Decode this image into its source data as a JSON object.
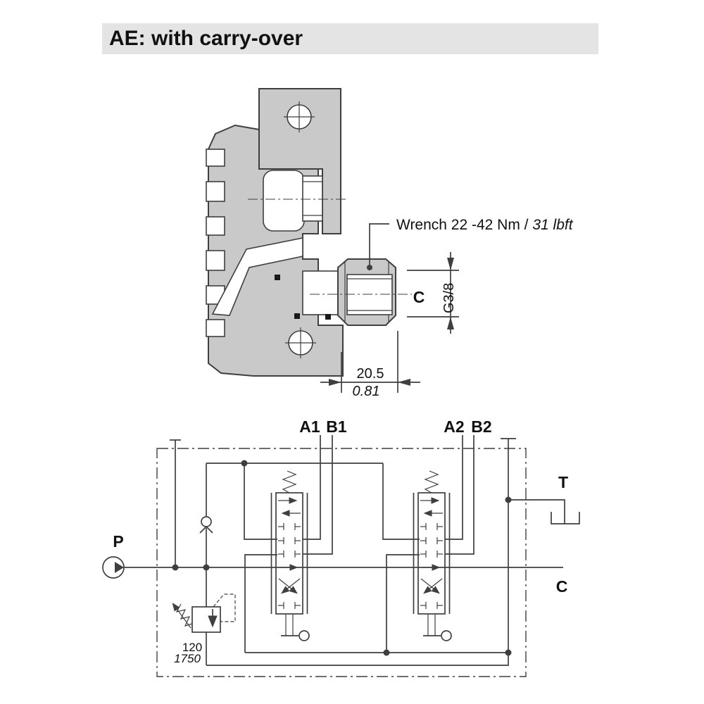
{
  "title": "AE: with carry-over",
  "drawing": {
    "torque_note": "Wrench 22 -42 Nm / ",
    "torque_note_imperial": "31 lbft",
    "port_label": "C",
    "thread_size": "G3/8",
    "depth_mm": "20.5",
    "depth_in": "0.81"
  },
  "schematic": {
    "pump_port": "P",
    "tank_port": "T",
    "carryover_port": "C",
    "work_ports": [
      "A1",
      "B1",
      "A2",
      "B2"
    ],
    "relief_pressure_bar": "120",
    "relief_pressure_psi": "1750"
  },
  "colors": {
    "line": "#3f3f3f",
    "body_fill": "#c9c9c9",
    "banner": "#e4e4e4"
  }
}
